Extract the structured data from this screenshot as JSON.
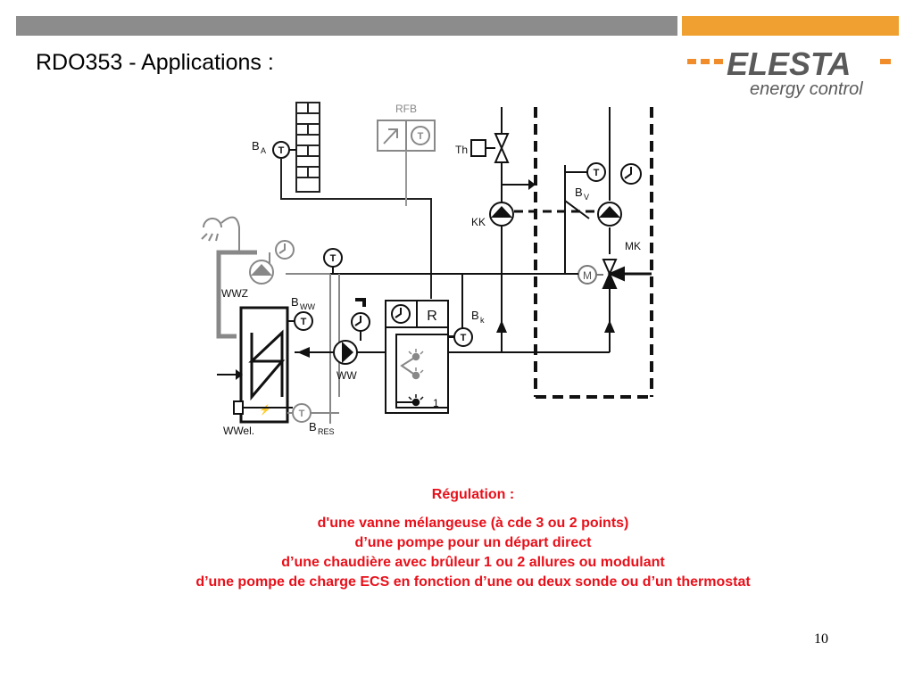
{
  "header": {
    "title": "RDO353 - Applications :",
    "bar_color_gray": "#8c8c8c",
    "bar_color_orange": "#f0a030"
  },
  "logo": {
    "brand": "ELESTA",
    "tagline": "energy control",
    "brand_color": "#5a5a5a",
    "accent_color": "#f08c2a"
  },
  "diagram": {
    "labels": {
      "rfb": "RFB",
      "th": "Th",
      "ba": "B",
      "ba_sub": "A",
      "t_symbol": "T",
      "kk": "KK",
      "bv": "B",
      "bv_sub": "V",
      "mk": "MK",
      "m_symbol": "M",
      "wwz": "WWZ",
      "bww": "B",
      "bww_sub": "WW",
      "r_symbol": "R",
      "bk": "B",
      "bk_sub": "k",
      "ww": "WW",
      "stage_1": "1",
      "wwel": "WWel.",
      "bres": "B",
      "bres_sub": "RES"
    }
  },
  "regulation": {
    "title": "Régulation :",
    "lines": [
      "d'une vanne mélangeuse (à cde 3 ou 2 points)",
      "d’une pompe pour un départ direct",
      "d’une chaudière avec brûleur 1 ou 2 allures ou modulant",
      "d’une pompe de charge ECS en fonction d’une ou deux sonde ou d’un thermostat"
    ]
  },
  "footer": {
    "page_number": "10"
  }
}
